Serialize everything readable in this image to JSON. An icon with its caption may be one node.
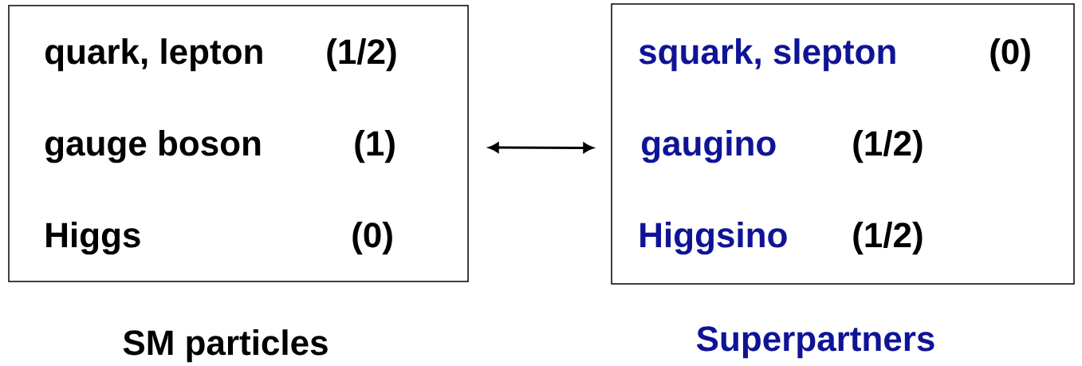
{
  "diagram": {
    "nodes": [
      {
        "text": [
          "quark, lepton",
          "(1/2)",
          "gauge boson",
          "(1)",
          "Higgs",
          "(0)",
          "SM particles"
        ]
      },
      {
        "text": [
          "squark,  slepton",
          "(0)",
          "gaugino",
          "(1/2)",
          "Higgsino",
          "(1/2)",
          "Superpartners"
        ]
      }
    ],
    "edges": [
      {
        "from": 0,
        "to": 1,
        "arrow": "both"
      }
    ]
  }
}
